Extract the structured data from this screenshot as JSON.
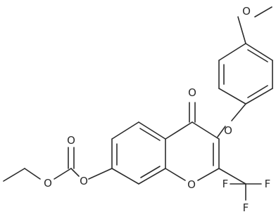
{
  "atoms": {
    "methoxy_o": "O",
    "aryl_ether_o": "O",
    "ketone_o": "O",
    "ring_o": "O",
    "ester_o": "O",
    "carbonate_o_top": "O",
    "carbonate_o_left": "O",
    "f_left": "F",
    "f_right": "F",
    "f_bottom": "F"
  }
}
